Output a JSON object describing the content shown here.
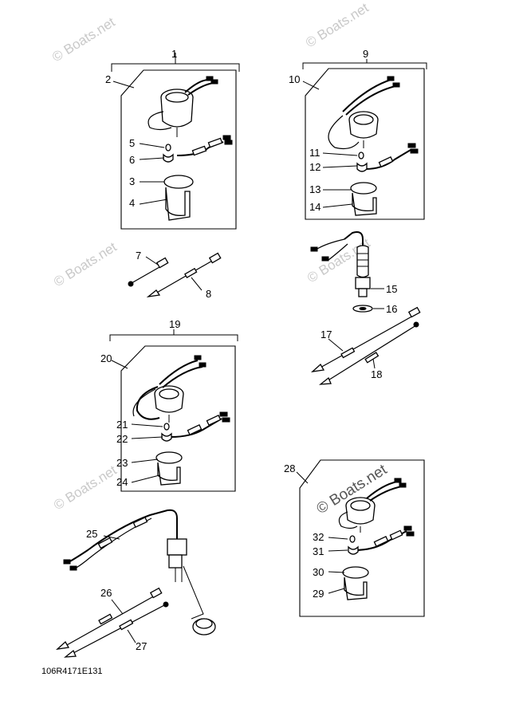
{
  "watermark": "© Boats.net",
  "watermark_alt": "© Boats.net",
  "drawing_code": "106R4171E131",
  "callouts": {
    "c1": "1",
    "c2": "2",
    "c3": "3",
    "c4": "4",
    "c5": "5",
    "c6": "6",
    "c7": "7",
    "c8": "8",
    "c9": "9",
    "c10": "10",
    "c11": "11",
    "c12": "12",
    "c13": "13",
    "c14": "14",
    "c15": "15",
    "c16": "16",
    "c17": "17",
    "c18": "18",
    "c19": "19",
    "c20": "20",
    "c21": "21",
    "c22": "22",
    "c23": "23",
    "c24": "24",
    "c25": "25",
    "c26": "26",
    "c27": "27",
    "c28": "28",
    "c29": "29",
    "c30": "30",
    "c31": "31",
    "c32": "32"
  }
}
